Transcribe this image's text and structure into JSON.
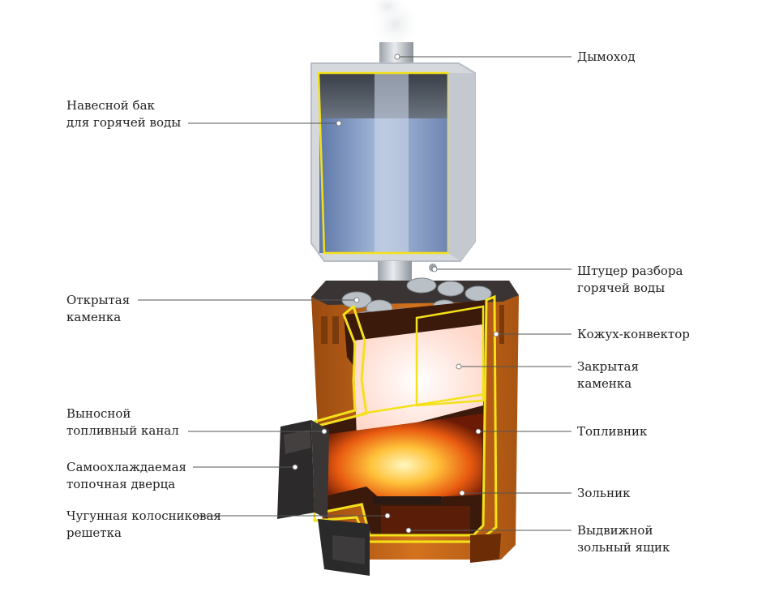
{
  "colors": {
    "body_orange": "#c8661a",
    "outline_yellow": "#f4e11a",
    "tank_silver": "#d9dde2",
    "water_blue": "#7f98c4",
    "fire": "#ff9a1a",
    "dark": "#2c2a2a",
    "leader": "#555555"
  },
  "labels": {
    "chimney": [
      "Дымоход"
    ],
    "tank": [
      "Навесной бак",
      "для горячей воды"
    ],
    "fitting": [
      "Штуцер разбора",
      "горячей воды"
    ],
    "open_heater": [
      "Открытая",
      "каменка"
    ],
    "convector": [
      "Кожух-конвектор"
    ],
    "closed_heater": [
      "Закрытая",
      "каменка"
    ],
    "fuel_channel": [
      "Выносной",
      "топливный канал"
    ],
    "firebox": [
      "Топливник"
    ],
    "door": [
      "Самоохлаждаемая",
      "топочная дверца"
    ],
    "ash_pit": [
      "Зольник"
    ],
    "grate": [
      "Чугунная колосниковая",
      "решетка"
    ],
    "ash_drawer": [
      "Выдвижной",
      "зольный ящик"
    ]
  }
}
